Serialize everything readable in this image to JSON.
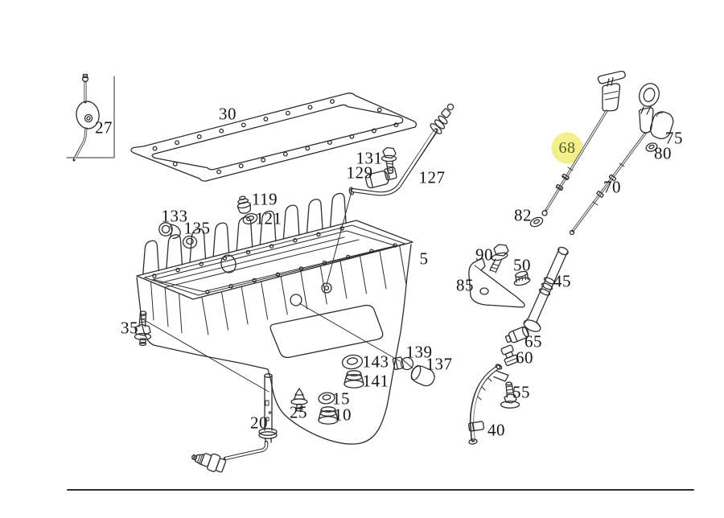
{
  "figure": {
    "type": "exploded-parts-diagram",
    "background": "#ffffff",
    "line_color": "#2d2d2d",
    "label_color": "#161616",
    "highlight": {
      "label": "68",
      "fill": "#f2f08b",
      "text_color": "#5b5b33"
    },
    "bottom_rule": true
  },
  "labels": [
    "27",
    "30",
    "131",
    "129",
    "127",
    "119",
    "121",
    "133",
    "135",
    "5",
    "35",
    "143",
    "139",
    "137",
    "141",
    "15",
    "10",
    "25",
    "20",
    "68",
    "70",
    "75",
    "80",
    "82",
    "90",
    "50",
    "85",
    "45",
    "65",
    "60",
    "55",
    "40"
  ]
}
